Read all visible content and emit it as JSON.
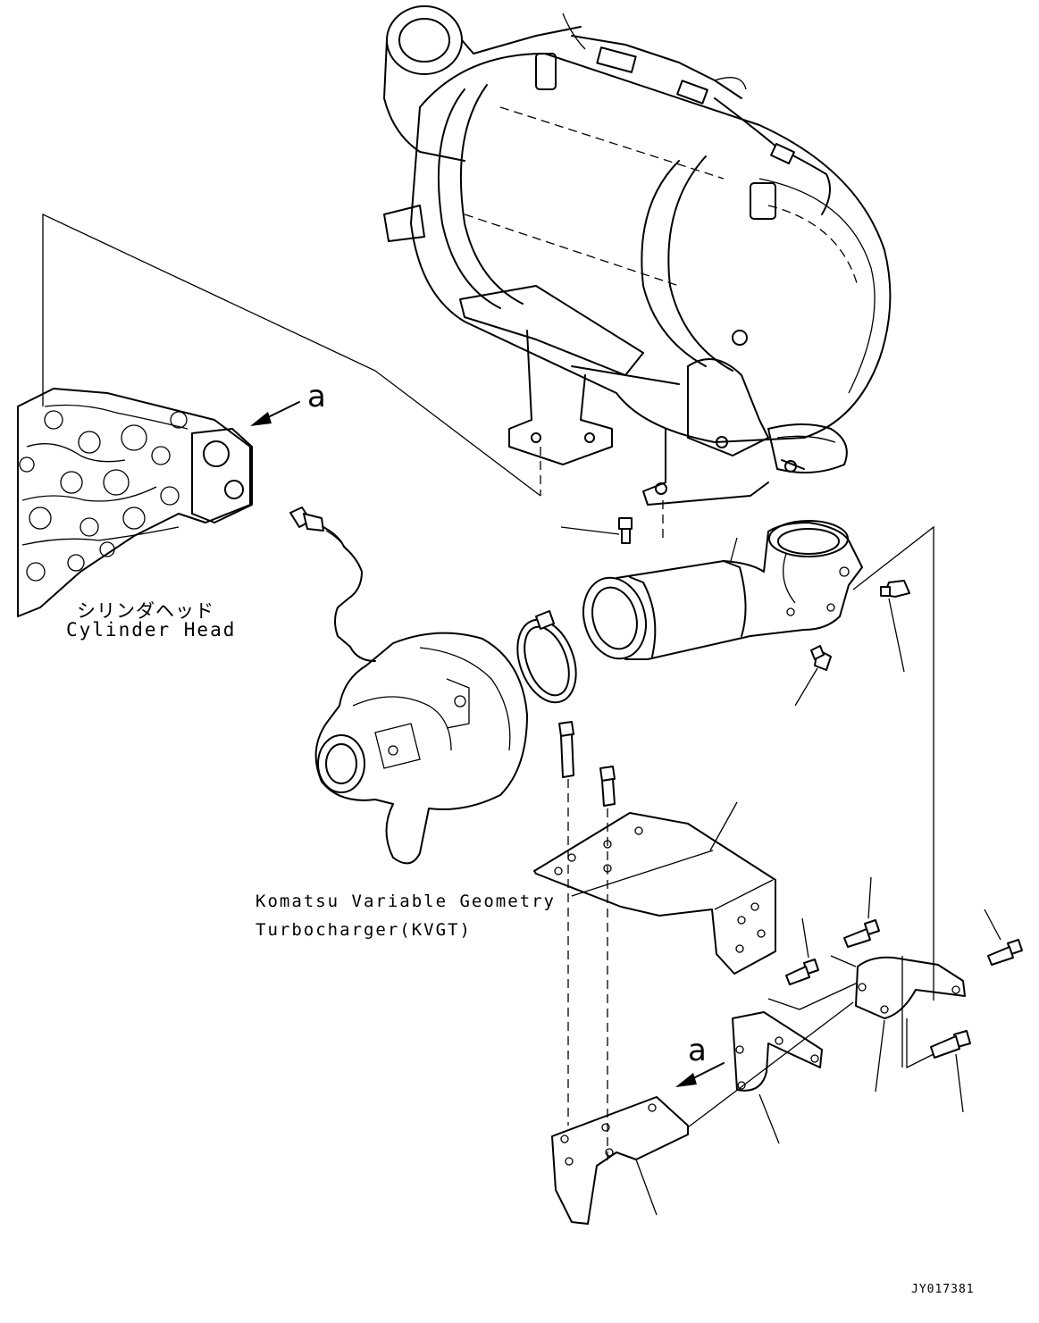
{
  "labels": {
    "cylinder_head_ja": "シリンダヘッド",
    "cylinder_head_en": "Cylinder Head",
    "kvgt_line1": "Komatsu Variable Geometry",
    "kvgt_line2": "Turbocharger(KVGT)",
    "view_marker_top": "a",
    "view_marker_bottom": "a",
    "drawing_number": "JY017381"
  }
}
